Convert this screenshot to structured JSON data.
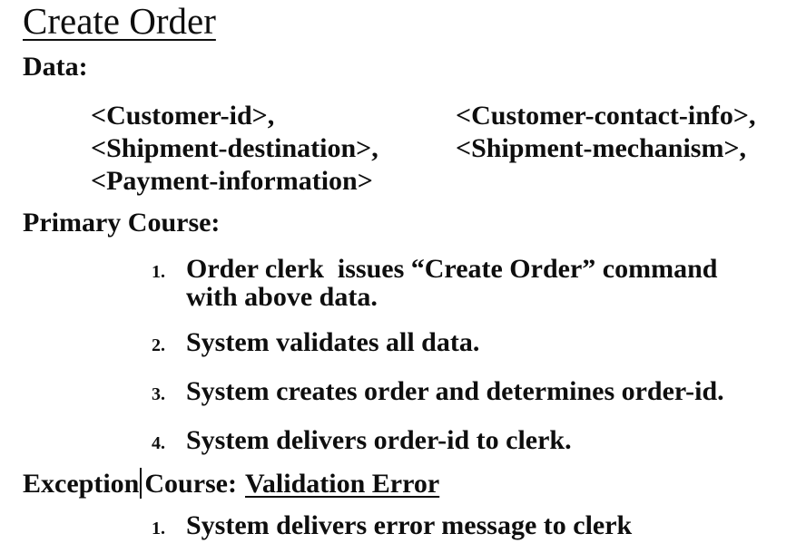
{
  "title": "Create Order",
  "data_section": {
    "heading": "Data:",
    "rows": [
      {
        "left": "<Customer-id>,",
        "right": "<Customer-contact-info>,"
      },
      {
        "left": "<Shipment-destination>,",
        "right": "<Shipment-mechanism>,"
      },
      {
        "left": "<Payment-information>",
        "right": ""
      }
    ]
  },
  "primary_course": {
    "heading": "Primary Course:",
    "items": [
      {
        "number": "1.",
        "text": "Order clerk  issues “Create Order” command\nwith above data."
      },
      {
        "number": "2.",
        "text": "System validates all data."
      },
      {
        "number": "3.",
        "text": "System creates order and determines order-id."
      },
      {
        "number": "4.",
        "text": "System delivers order-id to clerk."
      }
    ]
  },
  "exception_course": {
    "heading_prefix": "Exception",
    "heading_label": "Course:",
    "heading_error_title": "Validation Error",
    "items": [
      {
        "number": "1.",
        "text": "System delivers error message to clerk"
      }
    ]
  },
  "colors": {
    "text": "#0e0e0e",
    "background": "#ffffff"
  }
}
